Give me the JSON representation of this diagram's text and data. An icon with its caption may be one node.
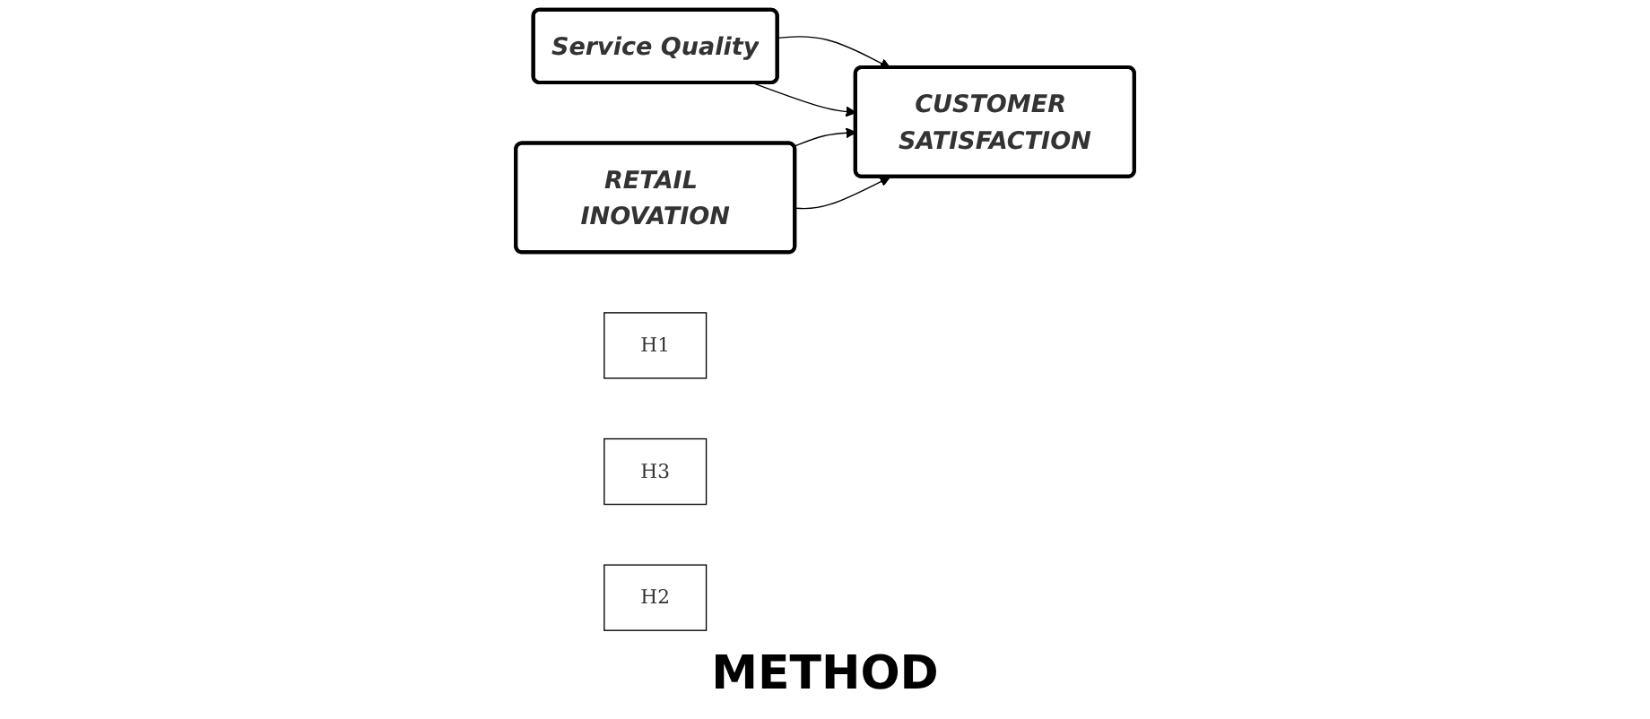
{
  "diagram": {
    "caption": "METHOD",
    "nodes": [
      {
        "text": [
          "Service Quality"
        ]
      },
      {
        "text": [
          "RETAIL INOVATION"
        ]
      },
      {
        "text": [
          "CUSTOMER SATISFACTION"
        ]
      },
      {
        "text": [
          "H1"
        ]
      },
      {
        "text": [
          "H3"
        ]
      },
      {
        "text": [
          "H2"
        ]
      }
    ],
    "edges": [
      {
        "from": 0,
        "to": 2,
        "arrow": "to"
      },
      {
        "from": 0,
        "to": 2,
        "arrow": "to"
      },
      {
        "from": 1,
        "to": 2,
        "arrow": "to"
      },
      {
        "from": 1,
        "to": 2,
        "arrow": "to"
      }
    ]
  }
}
